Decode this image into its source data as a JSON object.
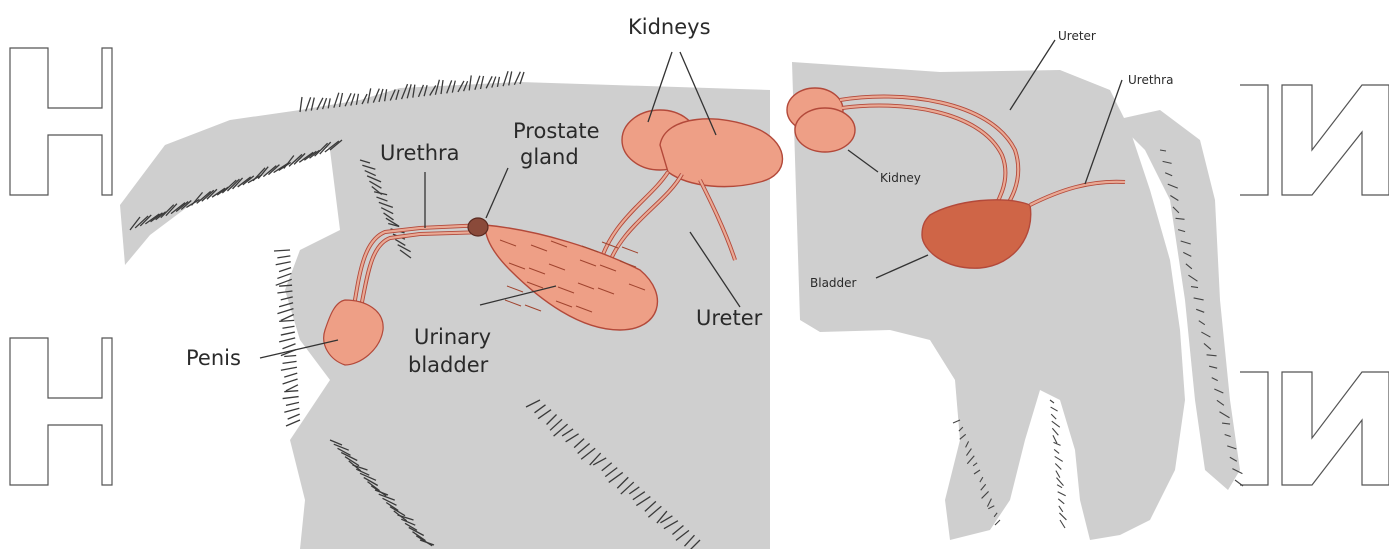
{
  "colors": {
    "body": "#cfcfcf",
    "fur": "#3a3a3a",
    "organ": "#ee9f86",
    "organ_dark": "#b3493a",
    "bladder_right": "#cf6547",
    "tube": "#e9a995"
  },
  "labels": {
    "kidneys": "Kidneys",
    "prostate": "Prostate",
    "gland": "gland",
    "urethra_left": "Urethra",
    "penis": "Penis",
    "urinary": "Urinary",
    "bladder_left": "bladder",
    "ureter_left": "Ureter",
    "ureter_right": "Ureter",
    "urethra_right": "Urethra",
    "kidney_right": "Kidney",
    "bladder_right": "Bladder"
  },
  "decor": {
    "left_glyphs": "hollow outlined letter shapes at left edge",
    "right_glyphs": "hollow outlined letter shapes at right edge"
  }
}
